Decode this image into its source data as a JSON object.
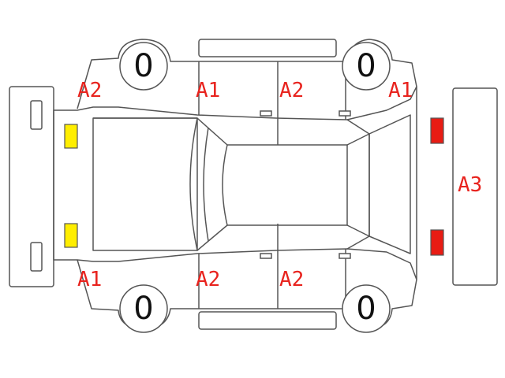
{
  "colors": {
    "outline": "#555555",
    "damage_text": "#e8231e",
    "tire_text": "#111111",
    "yellow_marker": "#ffee00",
    "red_marker": "#e81c14"
  },
  "tires": {
    "front_left": "0",
    "front_right": "0",
    "rear_left": "0",
    "rear_right": "0"
  },
  "damage": {
    "front_left_fender": "A2",
    "front_left_door": "A1",
    "rear_left_door": "A2",
    "rear_left_fender": "A1",
    "front_right_fender": "A1",
    "front_right_door": "A2",
    "rear_right_door": "A2",
    "rear_bumper": "A3"
  },
  "markers": {
    "front_headlights": "yellow",
    "rear_taillights": "red"
  }
}
